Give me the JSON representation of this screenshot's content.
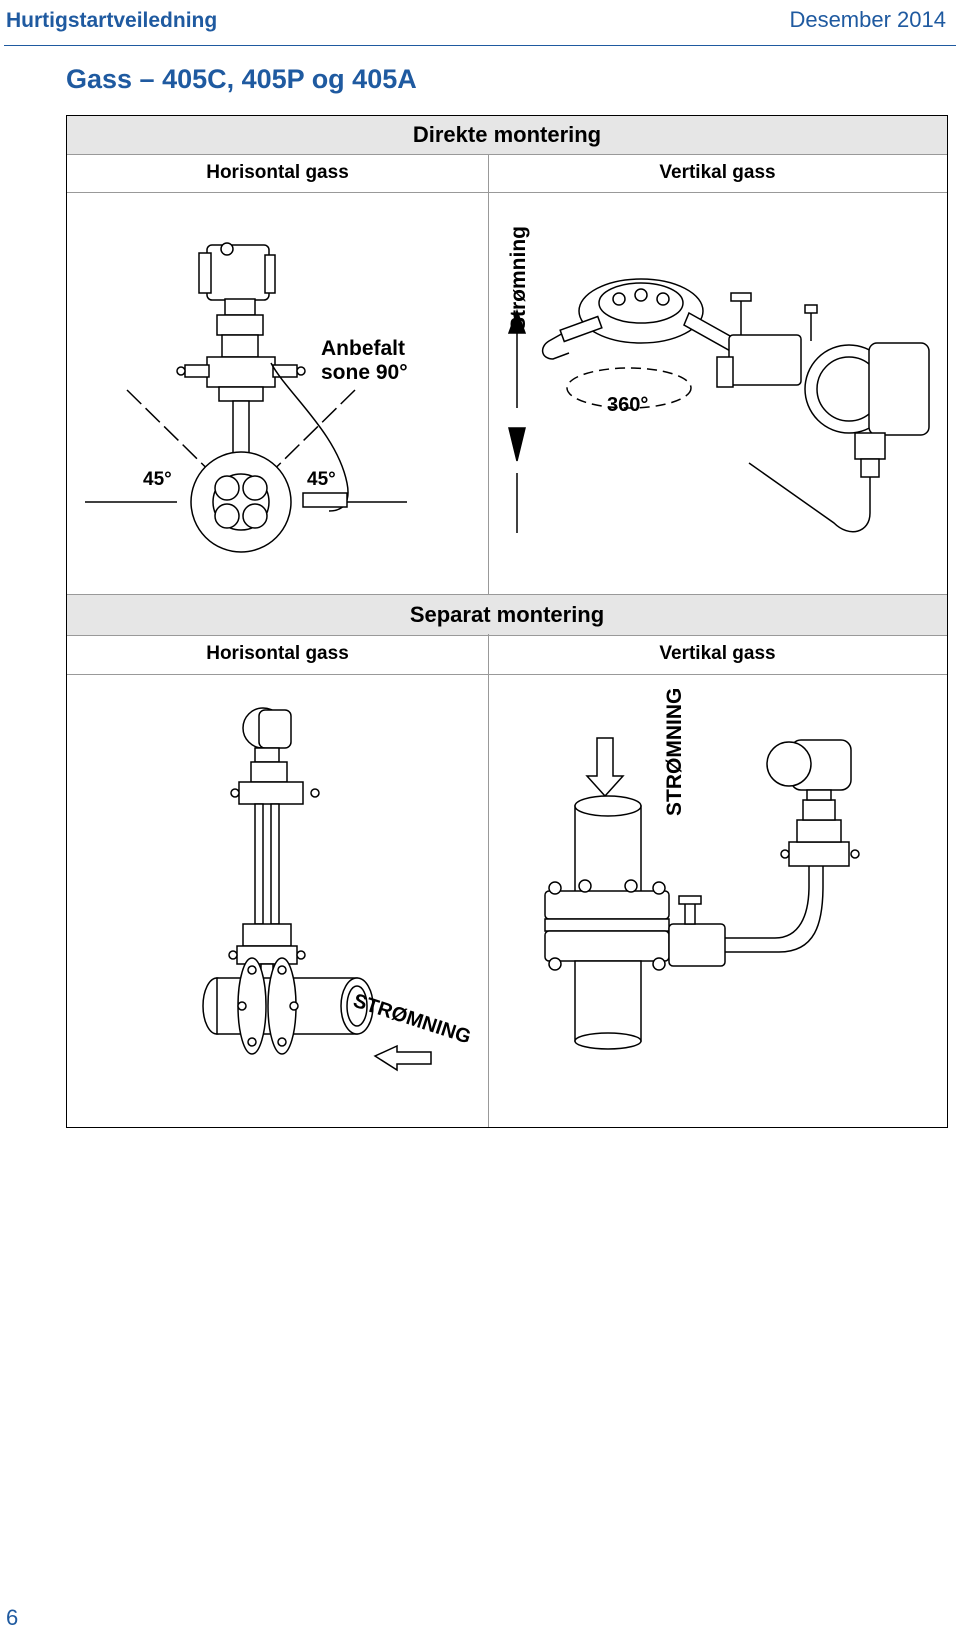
{
  "header": {
    "left": "Hurtigstartveiledning",
    "right": "Desember 2014"
  },
  "title": "Gass – 405C, 405P og 405A",
  "direct": {
    "heading": "Direkte montering",
    "horizontal_label": "Horisontal gass",
    "vertical_label": "Vertikal gass",
    "angle_left": "45°",
    "angle_right": "45°",
    "zone_line1": "Anbefalt",
    "zone_line2": "sone 90°",
    "flow_label": "Strømning",
    "rotation_label": "360°"
  },
  "remote": {
    "heading": "Separat montering",
    "horizontal_label": "Horisontal gass",
    "vertical_label": "Vertikal gass",
    "flow_horizontal": "STRØMNING",
    "flow_vertical": "STRØMNING"
  },
  "page_number": "6"
}
